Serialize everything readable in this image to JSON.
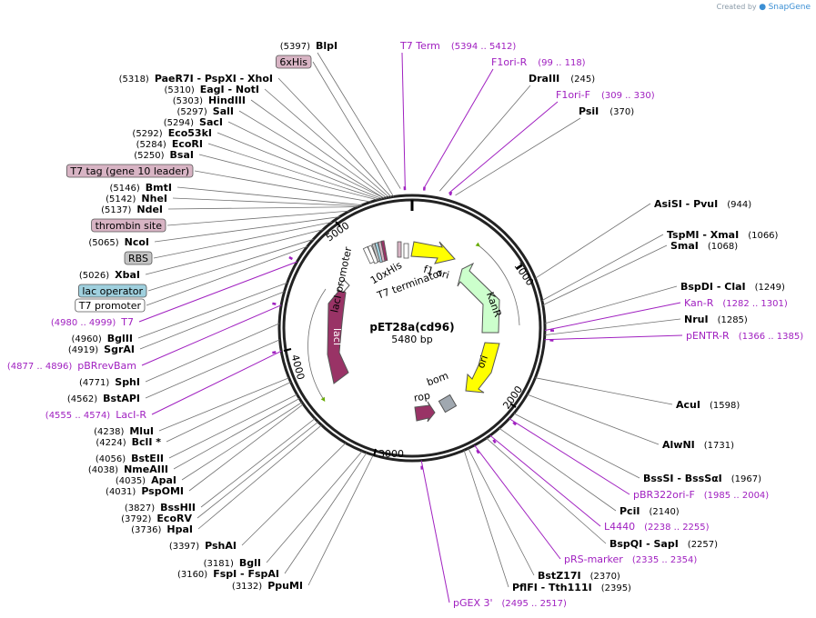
{
  "credit": {
    "prefix": "Created by",
    "brand": "SnapGene"
  },
  "plasmid": {
    "name": "pET28a(cd96)",
    "size": "5480 bp"
  },
  "ticks": [
    "1000",
    "2000",
    "3000",
    "4000",
    "5000"
  ],
  "right_labels": [
    {
      "kind": "site",
      "text": "AsiSI  -  PvuI",
      "num": "(944)"
    },
    {
      "kind": "site",
      "text": "TspMI  -  XmaI",
      "num": "(1066)"
    },
    {
      "kind": "site",
      "text": "SmaI",
      "num": "(1068)"
    },
    {
      "kind": "site",
      "text": "BspDI  -  ClaI",
      "num": "(1249)"
    },
    {
      "kind": "primer",
      "text": "Kan-R",
      "num": "(1282 .. 1301)"
    },
    {
      "kind": "site",
      "text": "NruI",
      "num": "(1285)"
    },
    {
      "kind": "primer",
      "text": "pENTR-R",
      "num": "(1366 .. 1385)"
    },
    {
      "kind": "site",
      "text": "AcuI",
      "num": "(1598)"
    },
    {
      "kind": "site",
      "text": "AlwNI",
      "num": "(1731)"
    },
    {
      "kind": "site",
      "text": "BssSI  -  BssSαI",
      "num": "(1967)"
    },
    {
      "kind": "primer",
      "text": "pBR322ori-F",
      "num": "(1985 .. 2004)"
    },
    {
      "kind": "site",
      "text": "PciI",
      "num": "(2140)"
    },
    {
      "kind": "primer",
      "text": "L4440",
      "num": "(2238 .. 2255)"
    },
    {
      "kind": "site",
      "text": "BspQI  -  SapI",
      "num": "(2257)"
    },
    {
      "kind": "primer",
      "text": "pRS-marker",
      "num": "(2335 .. 2354)"
    },
    {
      "kind": "site",
      "text": "BstZ17I",
      "num": "(2370)"
    },
    {
      "kind": "site",
      "text": "PflFI  -  Tth111I",
      "num": "(2395)"
    },
    {
      "kind": "primer",
      "text": "pGEX 3'",
      "num": "(2495 .. 2517)"
    }
  ],
  "top_labels": [
    {
      "kind": "site",
      "text": "BlpI",
      "num": "(5397)"
    },
    {
      "kind": "primer",
      "text": "T7 Term",
      "num": "(5394 .. 5412)"
    },
    {
      "kind": "primer",
      "text": "F1ori-R",
      "num": "(99 .. 118)"
    },
    {
      "kind": "site",
      "text": "DraIII",
      "num": "(245)"
    },
    {
      "kind": "primer",
      "text": "F1ori-F",
      "num": "(309 .. 330)"
    },
    {
      "kind": "site",
      "text": "PsiI",
      "num": "(370)"
    }
  ],
  "left_labels": [
    {
      "kind": "feature",
      "text": "6xHis",
      "color": "#d8b4c4"
    },
    {
      "kind": "site",
      "text": "PaeR7I  -  PspXI  -  XhoI",
      "num": "(5318)"
    },
    {
      "kind": "site",
      "text": "EagI  -  NotI",
      "num": "(5310)"
    },
    {
      "kind": "site",
      "text": "HindIII",
      "num": "(5303)"
    },
    {
      "kind": "site",
      "text": "SalI",
      "num": "(5297)"
    },
    {
      "kind": "site",
      "text": "SacI",
      "num": "(5294)"
    },
    {
      "kind": "site",
      "text": "Eco53kI",
      "num": "(5292)"
    },
    {
      "kind": "site",
      "text": "EcoRI",
      "num": "(5284)"
    },
    {
      "kind": "site",
      "text": "BsaI",
      "num": "(5250)"
    },
    {
      "kind": "feature",
      "text": "T7 tag (gene 10 leader)",
      "color": "#d8b4c4"
    },
    {
      "kind": "site",
      "text": "BmtI",
      "num": "(5146)"
    },
    {
      "kind": "site",
      "text": "NheI",
      "num": "(5142)"
    },
    {
      "kind": "site",
      "text": "NdeI",
      "num": "(5137)"
    },
    {
      "kind": "feature",
      "text": "thrombin site",
      "color": "#d8b4c4"
    },
    {
      "kind": "site",
      "text": "NcoI",
      "num": "(5065)"
    },
    {
      "kind": "feature",
      "text": "RBS",
      "color": "#c4c4c4"
    },
    {
      "kind": "site",
      "text": "XbaI",
      "num": "(5026)"
    },
    {
      "kind": "feature",
      "text": "lac operator",
      "color": "#9fd0de"
    },
    {
      "kind": "feature",
      "text": "T7 promoter",
      "color": "#ffffff"
    },
    {
      "kind": "primer",
      "text": "T7",
      "num": "(4980 .. 4999)"
    },
    {
      "kind": "site",
      "text": "BglII",
      "num": "(4960)"
    },
    {
      "kind": "site",
      "text": "SgrAI",
      "num": "(4919)"
    },
    {
      "kind": "primer",
      "text": "pBRrevBam",
      "num": "(4877 .. 4896)"
    },
    {
      "kind": "site",
      "text": "SphI",
      "num": "(4771)"
    },
    {
      "kind": "site",
      "text": "BstAPI",
      "num": "(4562)"
    },
    {
      "kind": "primer",
      "text": "LacI-R",
      "num": "(4555 .. 4574)"
    },
    {
      "kind": "site",
      "text": "MluI",
      "num": "(4238)"
    },
    {
      "kind": "site",
      "text": "BclI *",
      "num": "(4224)"
    },
    {
      "kind": "site",
      "text": "BstEII",
      "num": "(4056)"
    },
    {
      "kind": "site",
      "text": "NmeAIII",
      "num": "(4038)"
    },
    {
      "kind": "site",
      "text": "ApaI",
      "num": "(4035)"
    },
    {
      "kind": "site",
      "text": "PspOMI",
      "num": "(4031)"
    },
    {
      "kind": "site",
      "text": "BssHII",
      "num": "(3827)"
    },
    {
      "kind": "site",
      "text": "EcoRV",
      "num": "(3792)"
    },
    {
      "kind": "site",
      "text": "HpaI",
      "num": "(3736)"
    },
    {
      "kind": "site",
      "text": "PshAI",
      "num": "(3397)"
    },
    {
      "kind": "site",
      "text": "BglI",
      "num": "(3181)"
    },
    {
      "kind": "site",
      "text": "FspI  -  FspAI",
      "num": "(3160)"
    },
    {
      "kind": "site",
      "text": "PpuMI",
      "num": "(3132)"
    }
  ],
  "features": [
    {
      "name": "f1 ori",
      "color": "#ffff00"
    },
    {
      "name": "KanR",
      "color": "#ccffcc"
    },
    {
      "name": "ori",
      "color": "#ffff00"
    },
    {
      "name": "bom",
      "color": "#a0a8b0"
    },
    {
      "name": "rop",
      "color": "#993366"
    },
    {
      "name": "lacI",
      "color": "#993366"
    },
    {
      "name": "lacI promoter",
      "color": "#ffffff"
    },
    {
      "name": "10xHis",
      "color": "#ffffff"
    },
    {
      "name": "T7 terminator",
      "color": "#ffffff"
    }
  ]
}
